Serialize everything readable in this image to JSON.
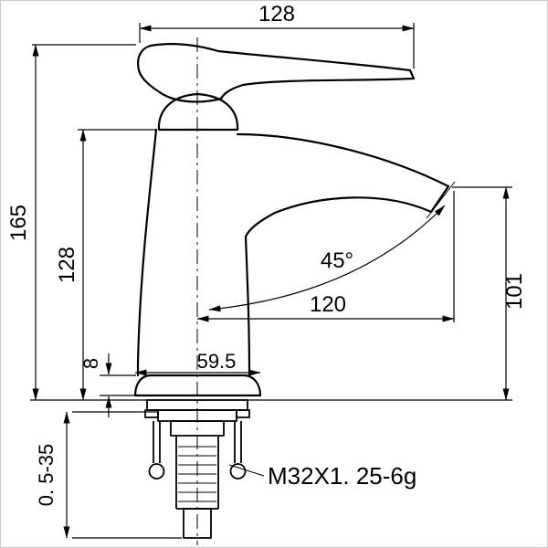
{
  "drawing": {
    "title": "faucet-dimension-drawing",
    "labels": {
      "top_width": "128",
      "overall_height": "165",
      "body_height": "128",
      "outlet_height": "101",
      "outlet_angle": "45°",
      "spout_reach": "120",
      "base_width": "59.5",
      "base_thickness": "8",
      "mount_range": "0. 5-35",
      "thread_spec": "M32X1. 25-6g"
    },
    "colors": {
      "line": "#000000",
      "background": "#ffffff",
      "border": "#c9c9c9"
    }
  }
}
